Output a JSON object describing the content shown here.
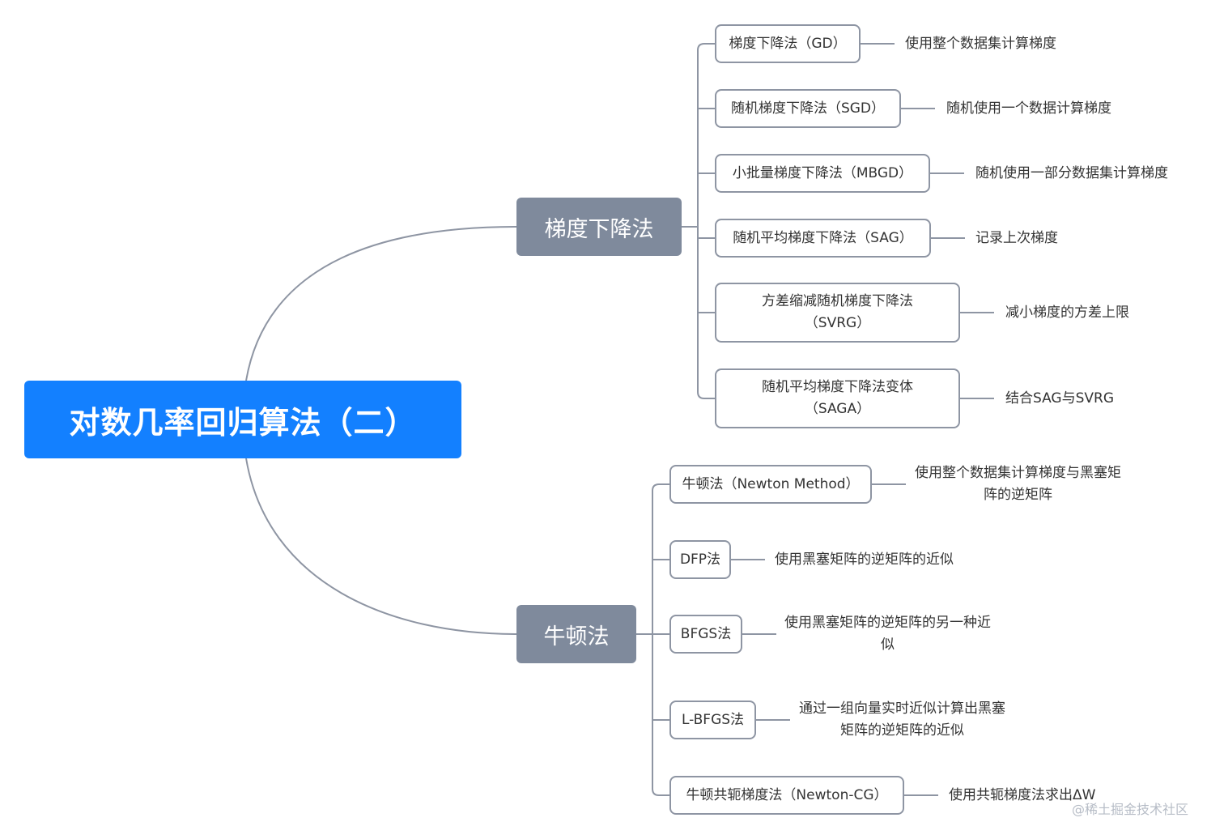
{
  "root": {
    "title": "对数几率回归算法（二）"
  },
  "branches": [
    {
      "label": "梯度下降法",
      "children": [
        {
          "lines": [
            "梯度下降法（GD）"
          ],
          "note": [
            "使用整个数据集计算梯度"
          ]
        },
        {
          "lines": [
            "随机梯度下降法（SGD）"
          ],
          "note": [
            "随机使用一个数据计算梯度"
          ]
        },
        {
          "lines": [
            "小批量梯度下降法（MBGD）"
          ],
          "note": [
            "随机使用一部分数据集计算梯度"
          ]
        },
        {
          "lines": [
            "随机平均梯度下降法（SAG）"
          ],
          "note": [
            "记录上次梯度"
          ]
        },
        {
          "lines": [
            "方差缩减随机梯度下降法",
            "（SVRG）"
          ],
          "note": [
            "减小梯度的方差上限"
          ]
        },
        {
          "lines": [
            "随机平均梯度下降法变体",
            "（SAGA）"
          ],
          "note": [
            "结合SAG与SVRG"
          ]
        }
      ]
    },
    {
      "label": "牛顿法",
      "children": [
        {
          "lines": [
            "牛顿法（Newton Method）"
          ],
          "note": [
            "使用整个数据集计算梯度与黑塞矩",
            "阵的逆矩阵"
          ]
        },
        {
          "lines": [
            "DFP法"
          ],
          "note": [
            "使用黑塞矩阵的逆矩阵的近似"
          ]
        },
        {
          "lines": [
            "BFGS法"
          ],
          "note": [
            "使用黑塞矩阵的逆矩阵的另一种近",
            "似"
          ]
        },
        {
          "lines": [
            "L-BFGS法"
          ],
          "note": [
            "通过一组向量实时近似计算出黑塞",
            "矩阵的逆矩阵的近似"
          ]
        },
        {
          "lines": [
            "牛顿共轭梯度法（Newton-CG）"
          ],
          "note": [
            "使用共轭梯度法求出ΔW"
          ]
        }
      ]
    }
  ],
  "watermark": "@稀土掘金技术社区",
  "colors": {
    "root": "#1380ff",
    "branch": "#7f8a9c",
    "line": "#8e95a3"
  }
}
